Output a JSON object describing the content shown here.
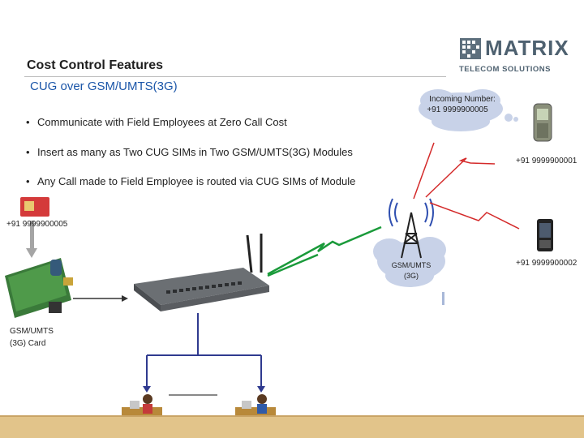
{
  "header": {
    "title": "Cost Control Features",
    "subtitle": "CUG over GSM/UMTS(3G)"
  },
  "logo": {
    "name": "MATRIX",
    "tagline": "TELECOM SOLUTIONS"
  },
  "bullets": [
    "Communicate with Field Employees at Zero Call Cost",
    "Insert as many as Two CUG SIMs in Two GSM/UMTS(3G) Modules",
    "Any Call made to Field Employee is routed via CUG SIMs of Module"
  ],
  "diagram": {
    "incoming_label": "Incoming Number:",
    "incoming_number": "+91 9999900005",
    "sim_number": "+91 9999900005",
    "phone1_number": "+91 9999900001",
    "phone2_number": "+91 9999900002",
    "cloud_label_line1": "GSM/UMTS",
    "cloud_label_line2": "(3G)",
    "card_label_line1": "GSM/UMTS",
    "card_label_line2": "(3G) Card"
  },
  "colors": {
    "title": "#1f1f1f",
    "subtitle": "#1a55a8",
    "red_link": "#d42a2a",
    "green_link": "#1a9a3a",
    "blue_line": "#2f3a8f",
    "cloud": "#c8d2e8",
    "ground": "#e2c48a"
  }
}
